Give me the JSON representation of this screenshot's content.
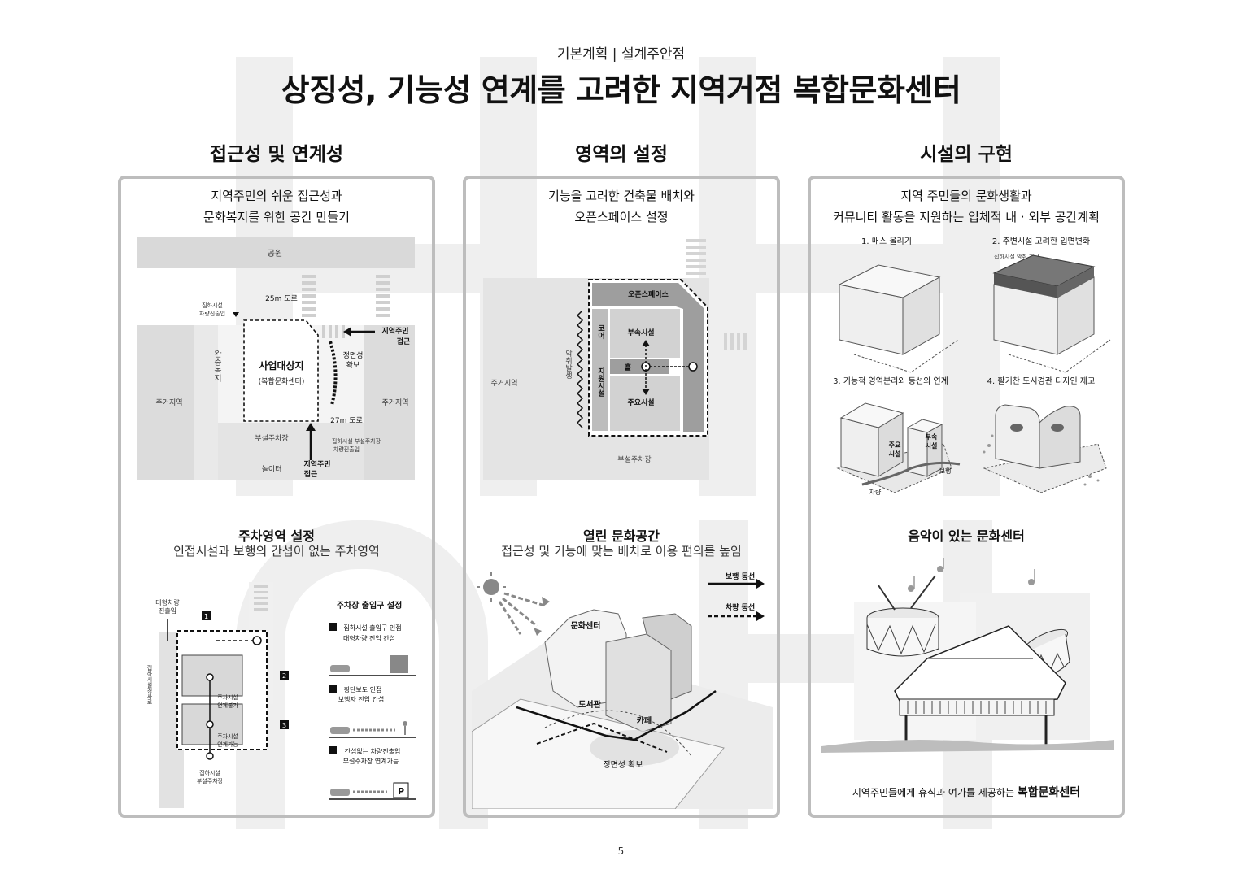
{
  "header": {
    "subtitle": "기본계획 | 설계주안점",
    "title": "상징성, 기능성 연계를 고려한 지역거점 복합문화센터"
  },
  "columns": {
    "access": {
      "title": "접근성 및 연계성",
      "intro_line1": "지역주민의 쉬운 접근성과",
      "intro_line2": "문화복지를 위한 공간 만들기",
      "map": {
        "park": "공원",
        "road25": "25m 도로",
        "gathering_entry_l1": "집하시설",
        "gathering_entry_l2": "차량진출입",
        "site_title": "사업대상지",
        "site_sub": "(복합문화센터)",
        "front_l1": "정면성",
        "front_l2": "확보",
        "resident_l1": "지역주민",
        "resident_l2": "접근",
        "residential_left": "주거지역",
        "residential_right": "주거지역",
        "buffer_green": "완충녹지",
        "road27": "27m 도로",
        "sub_parking": "부설주차장",
        "gathering_parking_l1": "집하시설 부설주차장",
        "gathering_parking_l2": "차량진출입",
        "playground": "놀이터",
        "resident_bottom_l1": "지역주민",
        "resident_bottom_l2": "접근"
      },
      "parking_title": "주차영역 설정",
      "parking_sub": "인접시설과 보행의 간섭이 없는 주차영역",
      "parking": {
        "large_vehicle_l1": "대형차량",
        "large_vehicle_l2": "진출입",
        "marker1": "1",
        "marker2": "2",
        "marker3": "3",
        "gathering_road": "집하시설경사로",
        "link_possible_a_l1": "주차시설",
        "link_possible_a_l2": "연계불가",
        "link_possible_b_l1": "주차시설",
        "link_possible_b_l2": "연계가능",
        "gathering_sub_parking_l1": "집하시설",
        "gathering_sub_parking_l2": "부설주차장",
        "entrance_title": "주차장 출입구 설정",
        "item1_l1": "집하시설 출입구 인접",
        "item1_l2": "대형차량 진입 간섭",
        "item2_l1": "횡단보도 인접",
        "item2_l2": "보행자 진입 간섭",
        "item3_l1": "간섭없는 차량진출입",
        "item3_l2": "부설주차장 연계가능"
      }
    },
    "zoning": {
      "title": "영역의 설정",
      "intro_line1": "기능을 고려한 건축물 배치와",
      "intro_line2": "오픈스페이스 설정",
      "plan": {
        "open_space": "오픈스페이스",
        "core": "코어",
        "annex": "부속시설",
        "hall": "홀",
        "support": "지원시설",
        "main": "주요시설",
        "odor": "악취발생",
        "residential": "주거지역",
        "sub_parking": "부설주차장"
      },
      "open_title": "열린 문화공간",
      "open_sub": "접근성 및 기능에 맞는 배치로 이용 편의를 높임",
      "diagram": {
        "legend_walk": "보행 동선",
        "legend_car": "차량 동선",
        "culture_center": "문화센터",
        "library": "도서관",
        "cafe": "카페",
        "frontality": "정면성 확보"
      }
    },
    "facility": {
      "title": "시설의 구현",
      "intro_line1": "지역 주민들의 문화생활과",
      "intro_line2": "커뮤니티 활동을 지원하는 입체적 내 · 외부 공간계획",
      "steps": {
        "s1": "1. 매스 올리기",
        "s2": "2. 주변시설 고려한 입면변화",
        "s2_note": "집하시설 악취 차단",
        "s3": "3. 기능적 영역분리와 동선의 연계",
        "s3_main_l1": "주요",
        "s3_main_l2": "시설",
        "s3_annex_l1": "부속",
        "s3_annex_l2": "시설",
        "s3_walk": "보행",
        "s3_car": "차량",
        "s4": "4. 활기찬 도시경관 디자인 제고"
      },
      "music_title": "음악이 있는 문화센터",
      "caption_prefix": "지역주민들에게 휴식과 여가를 제공하는 ",
      "caption_bold": "복합문화센터"
    }
  },
  "page_number": "5"
}
